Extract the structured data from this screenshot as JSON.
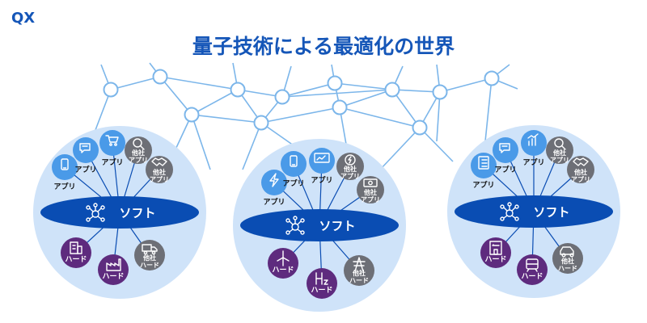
{
  "brand": {
    "logo": "QX"
  },
  "title": "量子技術による最適化の世界",
  "labels": {
    "app": "アプリ",
    "soft": "ソフト",
    "hard": "ハード",
    "other_company": "他社"
  },
  "clusters": [
    {
      "apps": [
        "phone-icon",
        "chat-icon",
        "cart-icon"
      ],
      "other_apps": [
        "search-icon",
        "handshake-icon"
      ],
      "hards": [
        "factory-building-icon",
        "factory-icon"
      ],
      "other_hards": [
        "truck-icon"
      ]
    },
    {
      "apps": [
        "lightning-icon",
        "phone-icon",
        "monitor-chart-icon"
      ],
      "other_apps": [
        "power-icon",
        "money-icon"
      ],
      "hards": [
        "wind-turbine-icon",
        "hydrogen-icon"
      ],
      "other_hards": [
        "power-tower-icon"
      ]
    },
    {
      "apps": [
        "checklist-icon",
        "chat-icon",
        "bar-chart-icon"
      ],
      "other_apps": [
        "search-icon",
        "handshake-icon"
      ],
      "hards": [
        "building-icon",
        "train-icon"
      ],
      "other_hards": [
        "car-icon"
      ]
    }
  ],
  "colors": {
    "brand_blue": "#1556b8",
    "soft_blue": "#0a4db3",
    "bubble": "#cfe3f9",
    "app_blue": "#4a9ae8",
    "other_grey": "#6d6f76",
    "hard_purple": "#5e2b7e",
    "network_line": "#7cb6ea"
  }
}
